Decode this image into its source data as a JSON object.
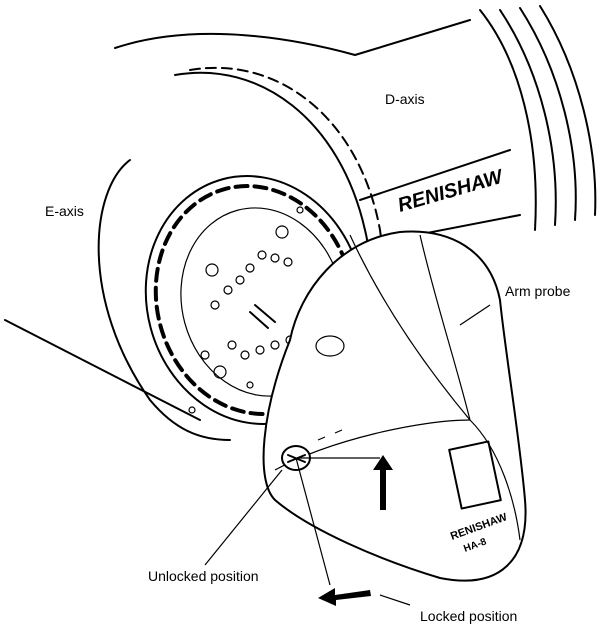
{
  "labels": {
    "d_axis": "D-axis",
    "e_axis": "E-axis",
    "arm_probe": "Arm probe",
    "unlocked": "Unlocked position",
    "locked": "Locked position"
  },
  "branding": {
    "arm_logo": "RENISHAW",
    "probe_logo": "RENISHAW",
    "probe_model": "HA-8"
  }
}
